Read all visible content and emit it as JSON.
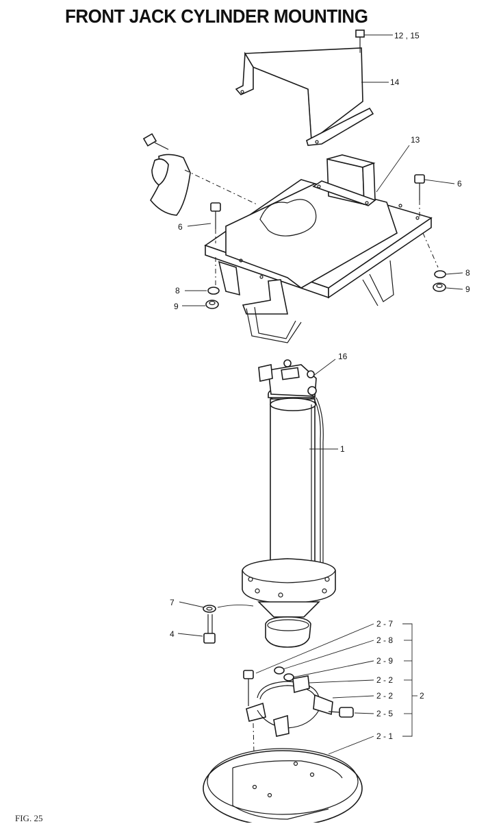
{
  "title": "FRONT JACK CYLINDER MOUNTING",
  "figure_label": "FIG. 25",
  "callouts": {
    "c12": "12 , 15",
    "c14": "14",
    "c13": "13",
    "c6a": "6",
    "c6b": "6",
    "c8a": "8",
    "c9a": "9",
    "c8b": "8",
    "c9b": "9",
    "c16": "16",
    "c1": "1",
    "c7": "7",
    "c4": "4",
    "c2_7": "2 - 7",
    "c2_8": "2 - 8",
    "c2_9": "2 - 9",
    "c2_2a": "2 - 2",
    "c2_2b": "2 - 2",
    "c2_5": "2 - 5",
    "c2_1": "2 - 1",
    "c2": "2"
  },
  "colors": {
    "ink": "#1a1a1a",
    "paper": "#ffffff"
  }
}
